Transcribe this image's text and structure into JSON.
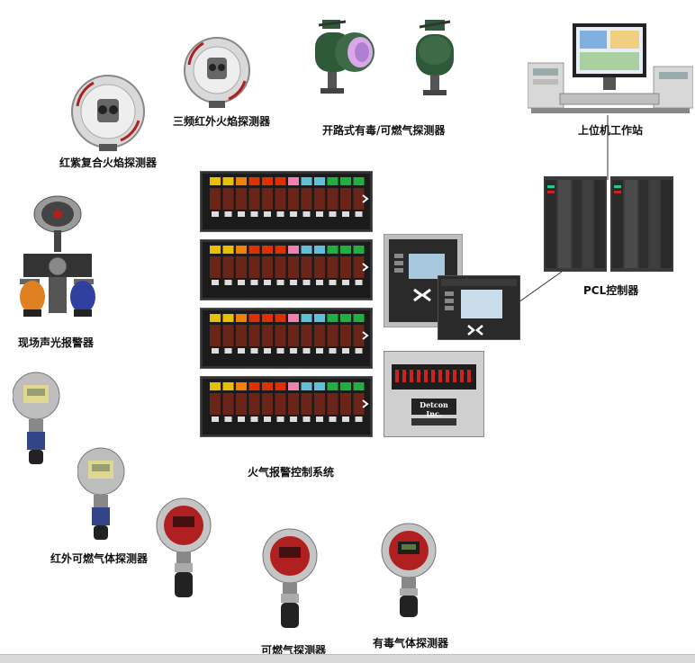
{
  "labels": {
    "uv_ir_flame": "红紫复合火焰探测器",
    "triple_ir_flame": "三频红外火焰探测器",
    "open_path": "开路式有毒/可燃气探测器",
    "workstation": "上位机工作站",
    "alarm": "现场声光报警器",
    "plc": "PCL控制器",
    "control_system": "火气报警控制系统",
    "ir_gas": "红外可燃气体探测器",
    "combustible_gas": "可燃气探测器",
    "toxic_gas": "有毒气体探测器"
  },
  "panel_brand": {
    "name": "Detcon Inc."
  },
  "module_colors": [
    "#e8c000",
    "#e8c000",
    "#f08000",
    "#e03000",
    "#e03000",
    "#e03000",
    "#f080b0",
    "#60c0d8",
    "#60c0d8",
    "#20b040",
    "#20b040",
    "#20b040"
  ],
  "colors": {
    "rack": "#1b1b1b",
    "detector_red": "#b02020",
    "steel": "#c8c8c8",
    "green_body": "#2f5a3a"
  }
}
